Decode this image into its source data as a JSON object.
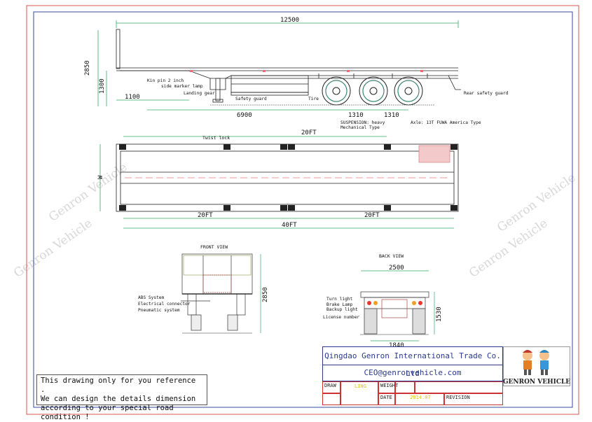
{
  "watermarks": [
    "Genron Vehicle",
    "Genron Vehicle",
    "Genron Vehicle",
    "Genron Vehicle"
  ],
  "side_view": {
    "length": "12500",
    "height": "2850",
    "deck_height": "1300",
    "front_overhang": "1100",
    "kingpin_to_axle": "6900",
    "axle_spacing_1": "1310",
    "axle_spacing_2": "1310",
    "labels": {
      "kingpin": "Kin pin 2 inch",
      "side_marker": "side marker lamp",
      "landing_gear": "Landing gear",
      "safety_guard": "Safety guard",
      "tire": "Tire",
      "suspension": "SUSPENSION: heavy",
      "mechanical": "Mechanical Type",
      "axle": "Axle: 13T FUWA America Type",
      "rear_guard": "Rear safety guard"
    }
  },
  "top_view": {
    "twist_lock": "Twist lock",
    "top_20ft": "20FT",
    "width": "W",
    "bottom_20ft_left": "20FT",
    "bottom_20ft_right": "20FT",
    "bottom_40ft": "40FT"
  },
  "front_view": {
    "title": "FRONT VIEW",
    "height": "2850",
    "labels": {
      "abs": "ABS System",
      "electrical": "Electrical connector",
      "pneumatic": "Pneumatic system"
    }
  },
  "back_view": {
    "title": "BACK VIEW",
    "width": "2500",
    "height": "1530",
    "wheel_track": "1840",
    "labels": {
      "turn": "Turn light",
      "brake": "Brake Lamp",
      "backup": "Backup light",
      "license": "License number"
    }
  },
  "note": {
    "line1": "This drawing only for you reference .",
    "line2": "We can design the details dimension",
    "line3": "according to your special road condition !"
  },
  "title_block": {
    "company": "Qingdao Genron International Trade Co. Ltd",
    "email": "CEO@genronvehicle.com",
    "draw_label": "DRAW",
    "draw_value": "LING",
    "weight_label": "WEIGHT",
    "date_label": "DATE",
    "date_value": "2014.07",
    "revision_label": "REVISION"
  },
  "logo": {
    "text": "GENRON VEHICLE"
  }
}
